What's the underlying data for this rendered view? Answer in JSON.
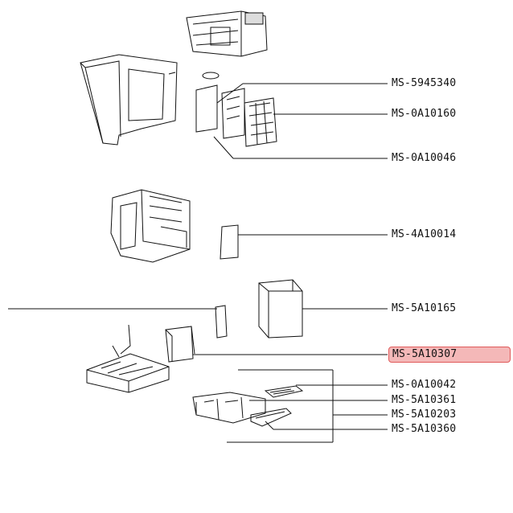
{
  "parts": [
    {
      "code": "MS-5945340"
    },
    {
      "code": "MS-0A10160"
    },
    {
      "code": "MS-0A10046"
    },
    {
      "code": "MS-4A10014"
    },
    {
      "code": "MS-5A10165"
    },
    {
      "code": "MS-5A10307",
      "highlighted": true
    },
    {
      "code": "MS-0A10042"
    },
    {
      "code": "MS-5A10361"
    },
    {
      "code": "MS-5A10203"
    },
    {
      "code": "MS-5A10360"
    }
  ],
  "colors": {
    "line": "#111111",
    "highlight_fill": "#f4b8b8",
    "highlight_border": "#e05a5a"
  }
}
